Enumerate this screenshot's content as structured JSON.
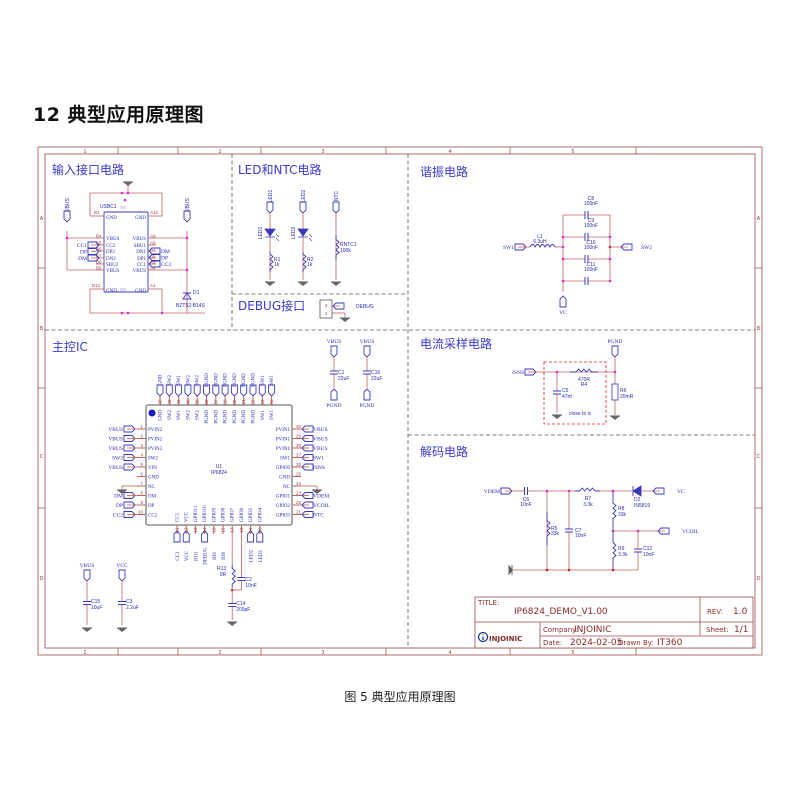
{
  "heading": "12 典型应用原理图",
  "caption": "图 5   典型应用原理图",
  "frame": {
    "columns": [
      "1",
      "2",
      "3",
      "4",
      "5"
    ],
    "rows": [
      "A",
      "B",
      "C",
      "D"
    ]
  },
  "sections": {
    "input": "输入接口电路",
    "led": "LED和NTC电路",
    "debug": "DEBUG接口",
    "resonant": "谐振电路",
    "mcu": "主控IC",
    "current": "电流采样电路",
    "decode": "解码电路"
  },
  "usb": {
    "ref": "USBC1",
    "left_pins": [
      "VBUS",
      "CC2",
      "DP2",
      "DN2",
      "SBU2",
      "VBUS"
    ],
    "right_pins": [
      "VBUS",
      "SBU1",
      "DN1",
      "DP1",
      "CC1",
      "VBUS"
    ],
    "left_nums": [
      "B4",
      "B5",
      "B6",
      "B7",
      "B8",
      "B9"
    ],
    "right_nums": [
      "A9",
      "A8",
      "A7",
      "A6",
      "A5",
      "A4"
    ],
    "top_pins": [
      "GND",
      "GND"
    ],
    "top_nums": [
      "B1",
      "A12"
    ],
    "bot_pins": [
      "GND",
      "GND"
    ],
    "bot_nums": [
      "B12",
      "A1"
    ],
    "left_nets": [
      "CC1",
      "DP",
      "DM"
    ],
    "right_nets": [
      "DM",
      "DP",
      "CC2"
    ],
    "vbus_left": "VBUS",
    "vbus_right": "VBUS",
    "diode_ref": "D1",
    "diode_val": "BZT52-B14S"
  },
  "led": {
    "nets": [
      "LED1",
      "LED2",
      "NTC"
    ],
    "leds": [
      "LED1",
      "LED2"
    ],
    "resistors": [
      {
        "ref": "R1",
        "val": "1k"
      },
      {
        "ref": "R2",
        "val": "1k"
      }
    ],
    "ntc": {
      "ref": "RNTC1",
      "val": "100k"
    }
  },
  "debug": {
    "pins": [
      "2",
      "1"
    ],
    "net": "DEBUG"
  },
  "resonant": {
    "inductor": {
      "ref": "L1",
      "val": "6.3uH"
    },
    "caps": [
      {
        "ref": "C8",
        "val": "100nF"
      },
      {
        "ref": "C9",
        "val": "100nF"
      },
      {
        "ref": "C10",
        "val": "100nF"
      },
      {
        "ref": "C11",
        "val": "100nF"
      }
    ],
    "in_net": "SW1",
    "out_net": "SW2",
    "bottom_net": "VC"
  },
  "mcu": {
    "ref": "U1",
    "part": "IP6824",
    "left": [
      {
        "num": "1",
        "pin": "PVIN2",
        "net": "VBUS"
      },
      {
        "num": "2",
        "pin": "PVIN2",
        "net": "VBUS"
      },
      {
        "num": "3",
        "pin": "PVIN2",
        "net": "VBUS"
      },
      {
        "num": "4",
        "pin": "SW2",
        "net": "SW2"
      },
      {
        "num": "5",
        "pin": "VIN",
        "net": "VBUS"
      },
      {
        "num": "6",
        "pin": "GND",
        "net": ""
      },
      {
        "num": "7",
        "pin": "NC",
        "net": ""
      },
      {
        "num": "8",
        "pin": "DM",
        "net": "DM"
      },
      {
        "num": "9",
        "pin": "DP",
        "net": "DP"
      },
      {
        "num": "10",
        "pin": "CC2",
        "net": "CC2"
      }
    ],
    "right": [
      {
        "num": "30",
        "pin": "PVIN1",
        "net": "VBUS"
      },
      {
        "num": "29",
        "pin": "PVIN1",
        "net": "VBUS"
      },
      {
        "num": "28",
        "pin": "PVIN1",
        "net": "VBUS"
      },
      {
        "num": "27",
        "pin": "SW1",
        "net": "SW1"
      },
      {
        "num": "26",
        "pin": "GPIO0",
        "net": "ISNS"
      },
      {
        "num": "25",
        "pin": "GND",
        "net": ""
      },
      {
        "num": "24",
        "pin": "NC",
        "net": ""
      },
      {
        "num": "23",
        "pin": "GPIO1",
        "net": "VDEM"
      },
      {
        "num": "22",
        "pin": "GPIO2",
        "net": "VCOIL"
      },
      {
        "num": "21",
        "pin": "GPIO3",
        "net": "NTC"
      }
    ],
    "top": [
      {
        "num": "43",
        "pin": "GND",
        "net": "GND"
      },
      {
        "num": "42",
        "pin": "SW2",
        "net": "SW2"
      },
      {
        "num": "41",
        "pin": "SW1",
        "net": "SW1"
      },
      {
        "num": "40",
        "pin": "SW2",
        "net": "SW2"
      },
      {
        "num": "39",
        "pin": "SW2",
        "net": "SW2"
      },
      {
        "num": "38",
        "pin": "PGND",
        "net": "PGND"
      },
      {
        "num": "37",
        "pin": "PGND",
        "net": "PGND"
      },
      {
        "num": "36",
        "pin": "PGND",
        "net": "PGND"
      },
      {
        "num": "35",
        "pin": "PGND",
        "net": "PGND"
      },
      {
        "num": "34",
        "pin": "PGND",
        "net": "PGND"
      },
      {
        "num": "33",
        "pin": "PGND",
        "net": "PGND"
      },
      {
        "num": "32",
        "pin": "SW1",
        "net": "SW1"
      },
      {
        "num": "31",
        "pin": "SW1",
        "net": "SW1"
      }
    ],
    "bottom": [
      {
        "num": "11",
        "pin": "CC1",
        "net": "CC1"
      },
      {
        "num": "12",
        "pin": "VCC",
        "net": "VCC"
      },
      {
        "num": "13",
        "pin": "GPIO11",
        "net": "IO11"
      },
      {
        "num": "14",
        "pin": "GPIO10",
        "net": "DEBUG"
      },
      {
        "num": "15",
        "pin": "GPIO9",
        "net": "IO9"
      },
      {
        "num": "16",
        "pin": "GPIO8",
        "net": "IO8"
      },
      {
        "num": "17",
        "pin": "GPIO7",
        "net": ""
      },
      {
        "num": "18",
        "pin": "GPIO6",
        "net": ""
      },
      {
        "num": "19",
        "pin": "GPIO5",
        "net": "LED2"
      },
      {
        "num": "20",
        "pin": "GPIO4",
        "net": "LED1"
      }
    ],
    "caps_top": [
      {
        "ref": "C1",
        "val": "22uF",
        "net": "VBUS",
        "gnd": "PGND"
      },
      {
        "ref": "C16",
        "val": "22uF",
        "net": "VBUS",
        "gnd": "PGND"
      }
    ],
    "caps_bottom": [
      {
        "ref": "C15",
        "val": "10uF",
        "net": "VBUS"
      },
      {
        "ref": "C3",
        "val": "2.2uF",
        "net": "VCC"
      }
    ],
    "r13": {
      "ref": "R13",
      "val": "0R"
    },
    "c2": {
      "ref": "C2",
      "val": "10nF"
    },
    "c14": {
      "ref": "C14",
      "val": "200pF"
    }
  },
  "current": {
    "in_net": "ISNS",
    "top_net": "PGND",
    "r4": {
      "ref": "R4",
      "val": "470R"
    },
    "c5": {
      "ref": "C5",
      "val": "47nf"
    },
    "r6": {
      "ref": "R6",
      "val": "20mR"
    },
    "note": "close to ic"
  },
  "decode": {
    "in_net": "VDEM",
    "vc_net": "VC",
    "vcoil_net": "VCOIL",
    "c6": {
      "ref": "C6",
      "val": "10nF"
    },
    "r7": {
      "ref": "R7",
      "val": "3.3k"
    },
    "d2": {
      "ref": "D2",
      "val": "IN5819"
    },
    "r5": {
      "ref": "R5",
      "val": "33k"
    },
    "c7": {
      "ref": "C7",
      "val": "10nF"
    },
    "r8": {
      "ref": "R8",
      "val": "33k"
    },
    "r9": {
      "ref": "R9",
      "val": "3.3k"
    },
    "c12": {
      "ref": "C12",
      "val": "10nF"
    }
  },
  "titleblock": {
    "title_label": "TITLE:",
    "title": "IP6824_DEMO_V1.00",
    "rev_label": "REV:",
    "rev": "1.0",
    "company_label": "Company:",
    "company": "INJOINIC",
    "sheet_label": "Sheet:",
    "sheet": "1/1",
    "date_label": "Date:",
    "date": "2024-02-05",
    "drawn_label": "Drawn By:",
    "drawn": "IT360",
    "logo": "INJOINIC"
  },
  "colors": {
    "frame": "#a04848",
    "wire": "#c06060",
    "symbol": "#3a3ab8",
    "junction": "#e020e0",
    "heading": "#111111",
    "note": "#e02020"
  }
}
